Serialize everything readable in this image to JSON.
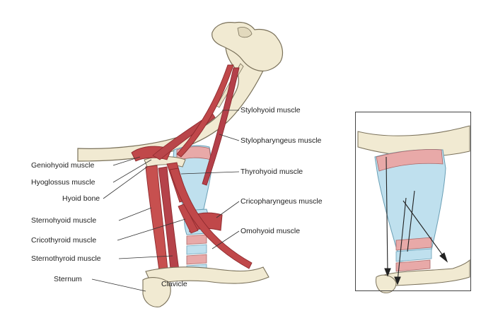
{
  "labels": {
    "geniohyoid": "Geniohyoid muscle",
    "hyoglossus": "Hyoglossus muscle",
    "hyoid": "Hyoid bone",
    "sternohyoid": "Sternohyoid muscle",
    "cricothyroid": "Cricothyroid muscle",
    "sternothyroid": "Sternothyroid muscle",
    "sternum": "Sternum",
    "clavicle": "Clavicle",
    "stylohyoid": "Stylohyoid muscle",
    "stylopharyngeus": "Stylopharyngeus muscle",
    "thyrohyoid": "Thyrohyoid muscle",
    "cricopharyngeus": "Cricopharyngeus muscle",
    "omohyoid": "Omohyoid muscle"
  },
  "colors": {
    "muscle": "#c0484a",
    "muscle_dark": "#8e2a2e",
    "cartilage": "#bfe0ee",
    "cartilage_outline": "#6a9fb5",
    "bone": "#f1ead2",
    "bone_outline": "#7a715a",
    "thyroid_pink": "#e8a9a8",
    "leader": "#333333"
  }
}
